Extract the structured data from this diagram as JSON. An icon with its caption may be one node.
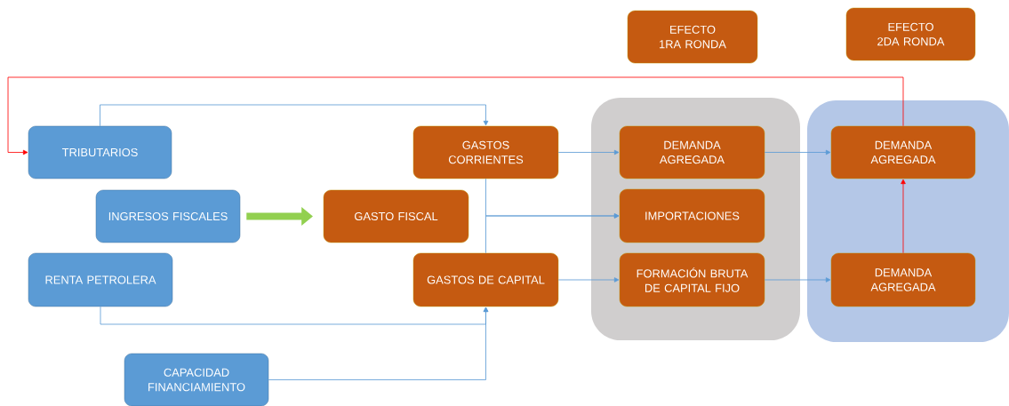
{
  "diagram": {
    "nodes": [
      {
        "text": [
          "EFECTO 1RA RONDA"
        ]
      },
      {
        "text": [
          "EFECTO 2DA RONDA"
        ]
      },
      {
        "text": [
          "TRIBUTARIOS"
        ]
      },
      {
        "text": [
          "INGRESOS FISCALES"
        ]
      },
      {
        "text": [
          "GASTO FISCAL"
        ]
      },
      {
        "text": [
          "RENTA PETROLERA"
        ]
      },
      {
        "text": [
          "GASTOS CORRIENTES"
        ]
      },
      {
        "text": [
          "GASTOS DE CAPITAL"
        ]
      },
      {
        "text": [
          "CAPACIDAD FINANCIAMIENTO"
        ]
      },
      {
        "text": [],
        "shape": "box"
      },
      {
        "text": [
          "DEMANDA AGREGADA"
        ],
        "in": 9
      },
      {
        "text": [
          "IMPORTACIONES"
        ],
        "in": 9
      },
      {
        "text": [
          "FORMACIÓN BRUTA DE CAPITAL FIJO"
        ],
        "in": 9
      },
      {
        "text": [],
        "shape": "box"
      },
      {
        "text": [
          "DEMANDA AGREGADA"
        ],
        "in": 13
      },
      {
        "text": [
          "DEMANDA AGREGADA"
        ],
        "in": 13
      }
    ],
    "edges": [
      {
        "from": 2,
        "to": 6,
        "arrow": "to"
      },
      {
        "from": 3,
        "to": 4,
        "arrow": "to",
        "style": "thick",
        "color": "#92d050"
      },
      {
        "from": 5,
        "to": 7,
        "arrow": "to"
      },
      {
        "from": 8,
        "to": 7,
        "arrow": "to"
      },
      {
        "from": 6,
        "to": 10,
        "arrow": "to"
      },
      {
        "from": 6,
        "to": 11,
        "arrow": "to"
      },
      {
        "from": 7,
        "to": 11,
        "arrow": "to"
      },
      {
        "from": 7,
        "to": 12,
        "arrow": "to"
      },
      {
        "from": 10,
        "to": 14,
        "arrow": "to"
      },
      {
        "from": 12,
        "to": 15,
        "arrow": "to"
      },
      {
        "from": 15,
        "to": 14,
        "arrow": "to",
        "color": "#ff0000"
      },
      {
        "from": 14,
        "to": 2,
        "arrow": "to",
        "color": "#ff0000"
      }
    ]
  }
}
